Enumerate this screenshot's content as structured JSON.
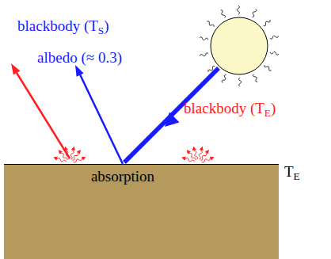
{
  "diagram": {
    "nodes": [
      {
        "text": [
          "absorption"
        ]
      }
    ],
    "labels": [
      "blackbody (TS)",
      "albedo (≈ 0.3)",
      "blackbody (TE)",
      "TE"
    ]
  }
}
